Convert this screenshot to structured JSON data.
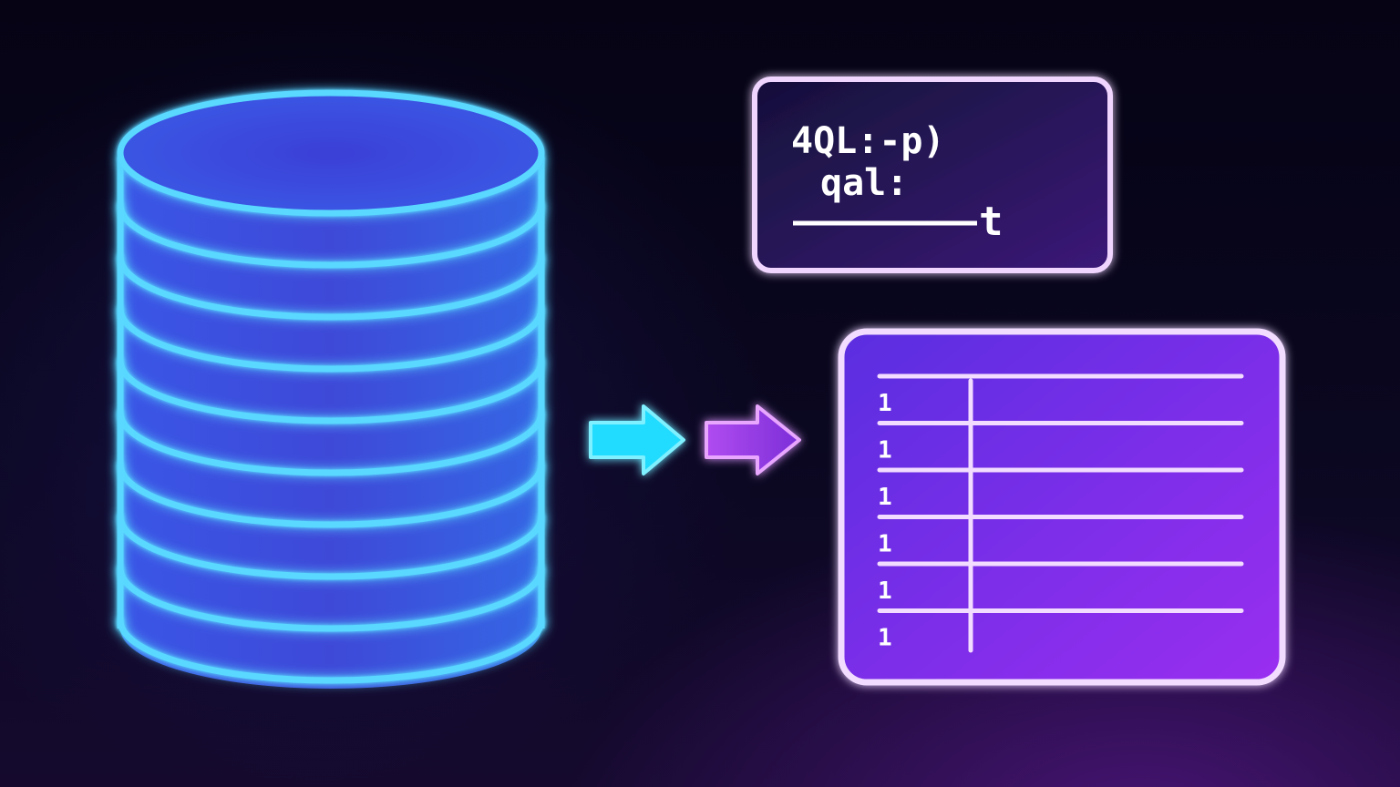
{
  "query_box": {
    "lines": [
      "4QL:-p)",
      "qal:",
      "t"
    ]
  },
  "result_table": {
    "row_labels": [
      "1",
      "1",
      "1",
      "1",
      "1",
      "1"
    ]
  },
  "colors": {
    "database_glow": "#5ad8ff",
    "database_fill_top": "#3e4fe0",
    "database_fill_bottom": "#3b5ee6",
    "arrow_cyan": "#2ee6ff",
    "arrow_violet": "#c05cff",
    "query_box_border": "#f0d6ff",
    "table_fill_start": "#5a2ee0",
    "table_fill_end": "#9a2ef0",
    "table_line": "#f2dcff"
  },
  "icons": [
    "database-cylinder-icon",
    "arrow-right-icon",
    "arrow-right-icon"
  ]
}
